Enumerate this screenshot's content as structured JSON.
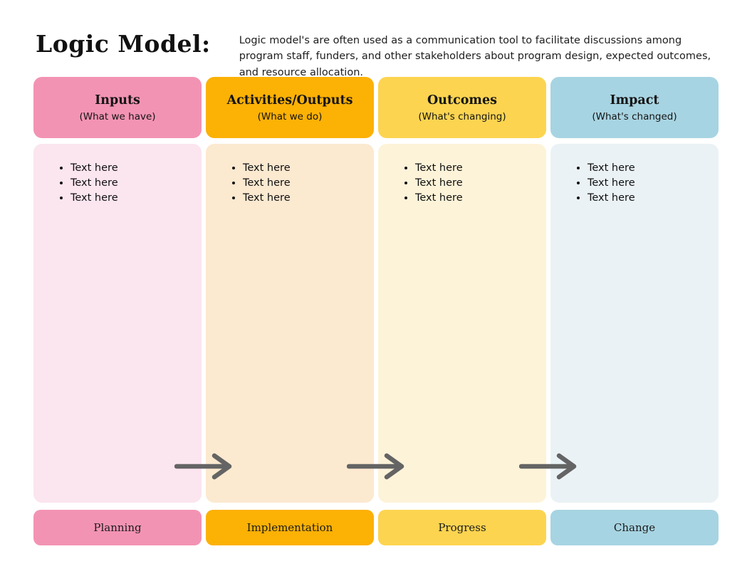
{
  "page": {
    "title": "Logic Model:",
    "description": "Logic model's are often used as a communication tool to facilitate discussions among program staff, funders, and other stakeholders about program design, expected outcomes, and resource allocation."
  },
  "colors": {
    "pink": "#F393B4",
    "pink_light": "#FBE5EF",
    "orange": "#FCB105",
    "orange_light": "#FBE9D0",
    "yellow": "#FCD450",
    "yellow_light": "#FDF3D9",
    "blue": "#A7D4E2",
    "blue_light": "#EAF2F5",
    "arrow": "#646464"
  },
  "columns": [
    {
      "title": "Inputs",
      "subtitle": "(What we have)",
      "items": [
        "Text here",
        "Text here",
        "Text here"
      ],
      "footer": "Planning"
    },
    {
      "title": "Activities/Outputs",
      "subtitle": "(What we do)",
      "items": [
        "Text here",
        "Text here",
        "Text here"
      ],
      "footer": "Implementation"
    },
    {
      "title": "Outcomes",
      "subtitle": "(What's changing)",
      "items": [
        "Text here",
        "Text here",
        "Text here"
      ],
      "footer": "Progress"
    },
    {
      "title": "Impact",
      "subtitle": "(What's changed)",
      "items": [
        "Text here",
        "Text here",
        "Text here"
      ],
      "footer": "Change"
    }
  ]
}
